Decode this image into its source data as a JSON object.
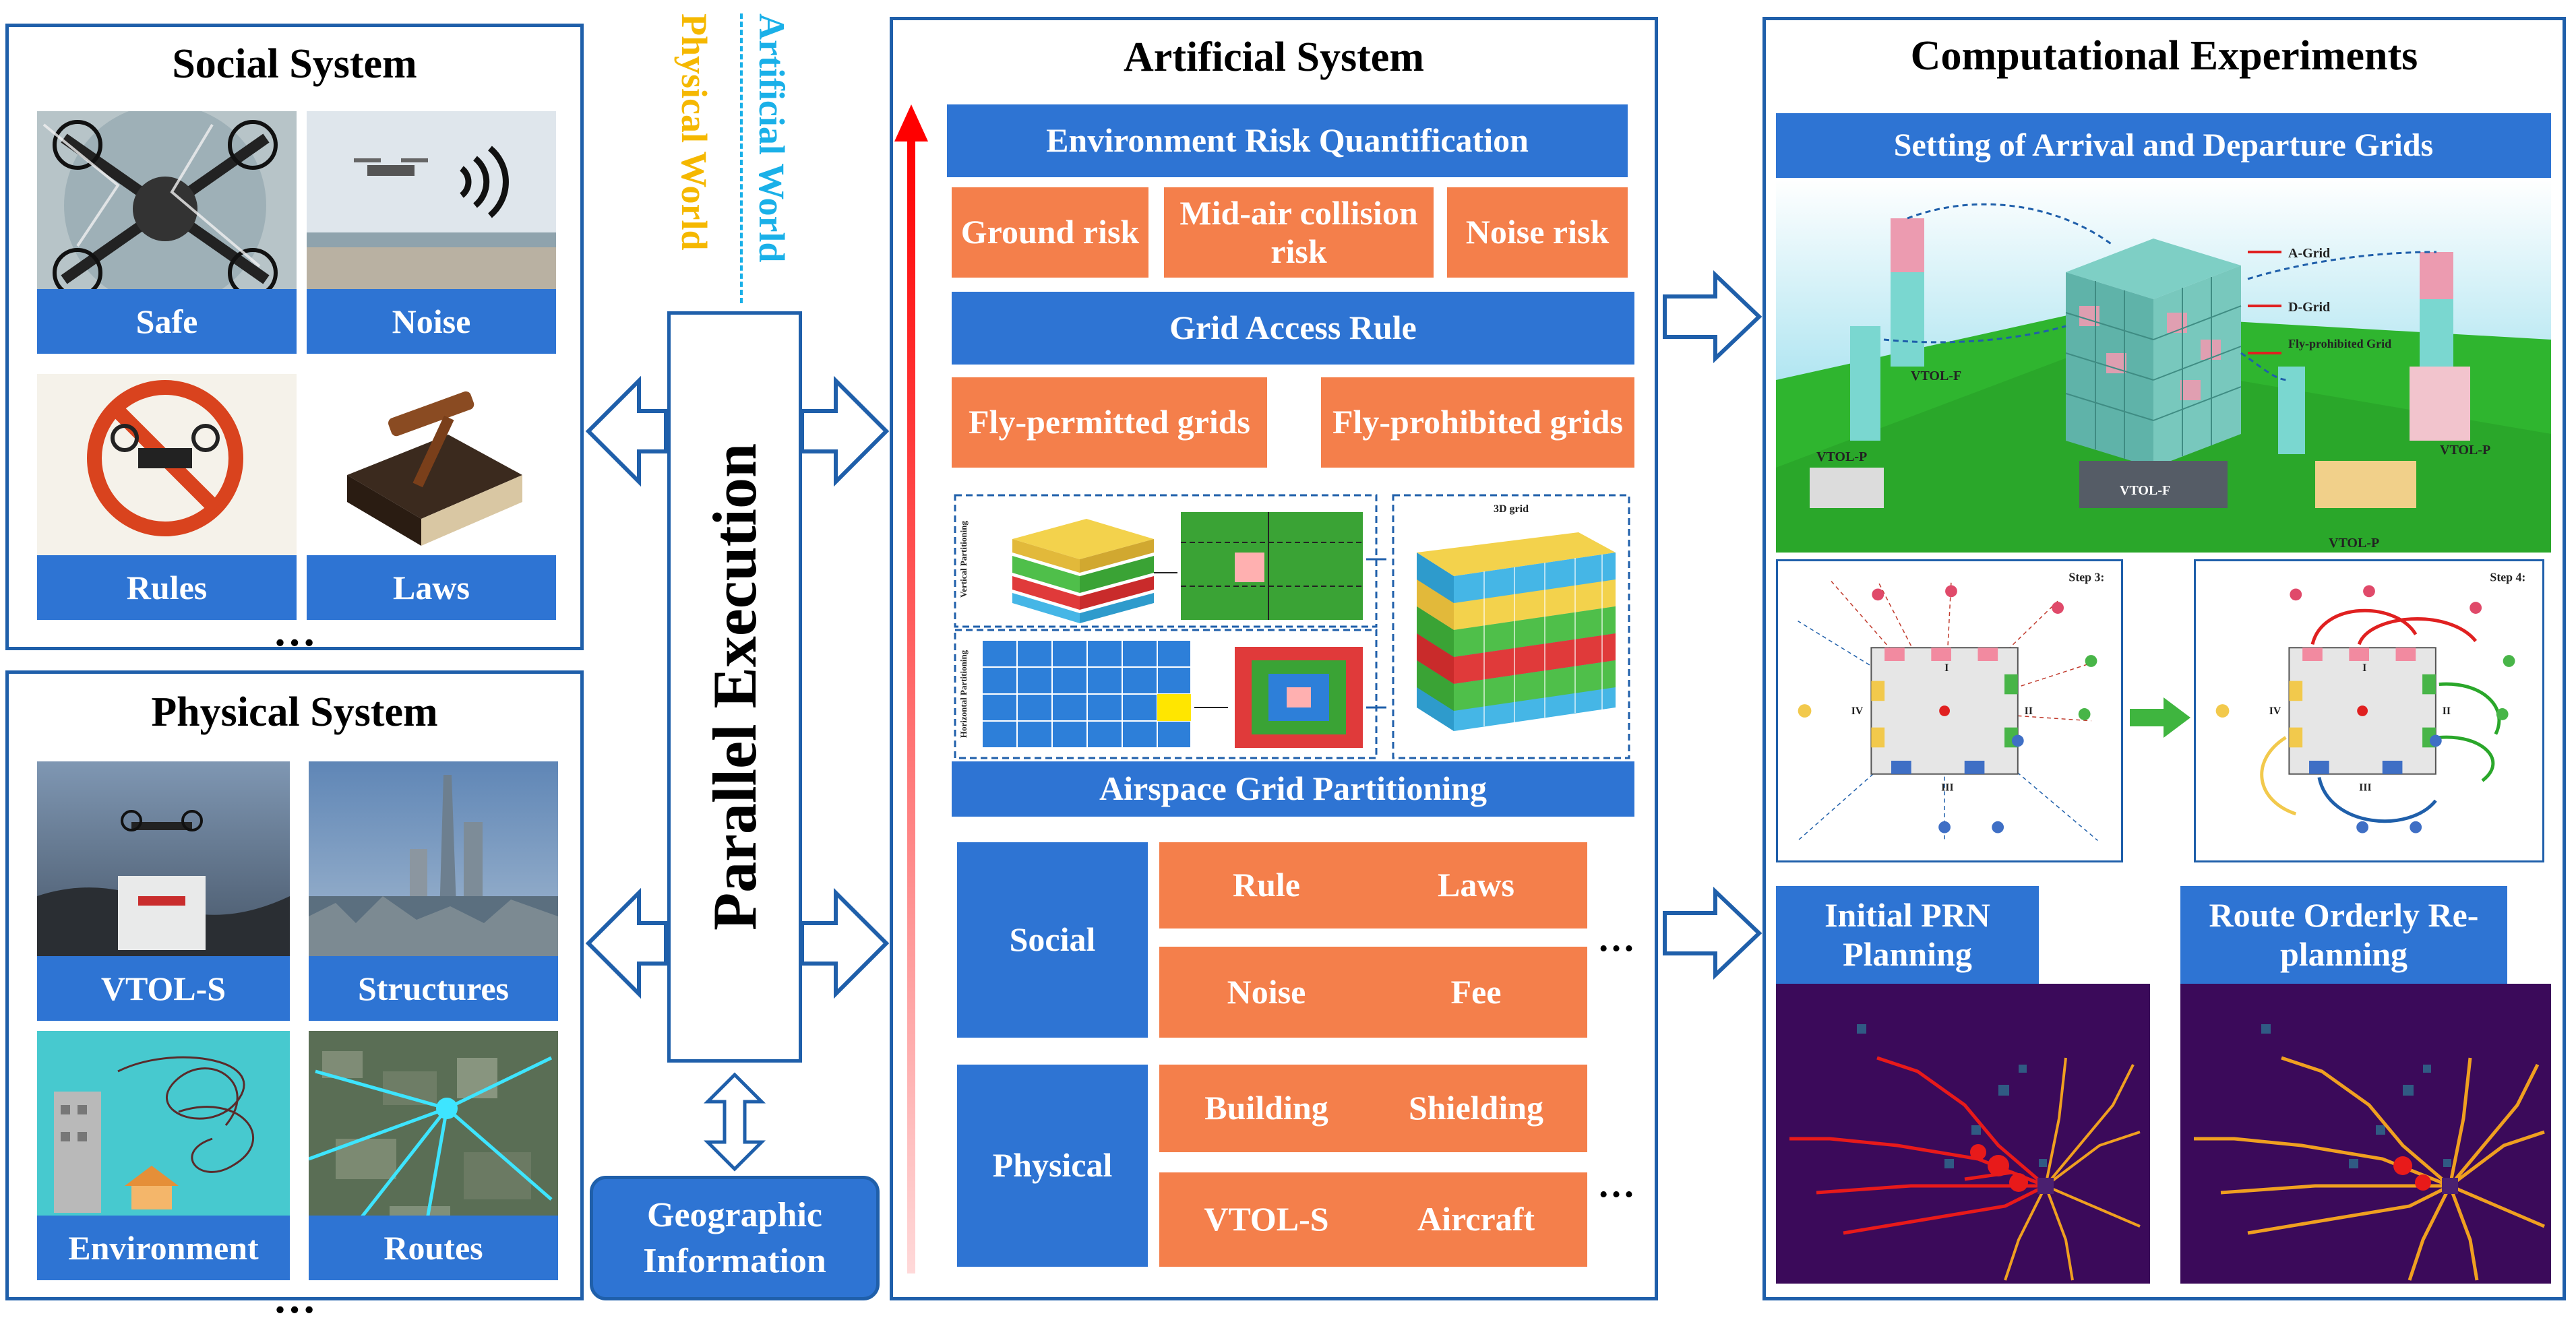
{
  "social_system": {
    "title": "Social System",
    "items": [
      "Safe",
      "Noise",
      "Rules",
      "Laws"
    ],
    "ellipsis": "…"
  },
  "physical_system": {
    "title": "Physical System",
    "items": [
      "VTOL-S",
      "Structures",
      "Environment",
      "Routes"
    ],
    "ellipsis": "…"
  },
  "middle": {
    "physical_world": "Physical World",
    "artificial_world": "Artificial World",
    "parallel_execution": "Parallel Execution",
    "geographic_information": "Geographic Information"
  },
  "artificial_system": {
    "title": "Artificial System",
    "env_risk": "Environment Risk Quantification",
    "risks": [
      "Ground risk",
      "Mid-air collision risk",
      "Noise risk"
    ],
    "grid_access_rule": "Grid Access Rule",
    "grid_types": [
      "Fly-permitted grids",
      "Fly-prohibited grids"
    ],
    "partitioning": {
      "caption": "Airspace Grid Partitioning",
      "vertical_label": "Vertical Partitioning",
      "horizontal_label": "Horizontal Partitioning",
      "grid_label": "3D grid"
    },
    "social_label": "Social",
    "social_items": [
      "Rule",
      "Laws",
      "Noise",
      "Fee"
    ],
    "physical_label": "Physical",
    "physical_items": [
      "Building",
      "Shielding",
      "VTOL-S",
      "Aircraft"
    ],
    "ellipsis": "…"
  },
  "computational_experiments": {
    "title": "Computational Experiments",
    "grid_setting": "Setting of Arrival and Departure Grids",
    "scene_labels": [
      "A-Grid",
      "D-Grid",
      "Fly-prohibited Grid",
      "VTOL-F",
      "VTOL-P",
      "VTOL-P",
      "VTOL-F",
      "VTOL-P"
    ],
    "steps": [
      "Step 3:",
      "Step 4:"
    ],
    "roman": [
      "I",
      "II",
      "III",
      "IV"
    ],
    "initial_planning": "Initial PRN Planning",
    "replanning": "Route Orderly Re-planning"
  },
  "colors": {
    "panel_border": "#1f5faa",
    "blue_box": "#2e74d3",
    "orange_box": "#f47f4b",
    "physical_world_text": "#f5b800",
    "artificial_world_text": "#1ab0e8",
    "red_arrow": "#ff1a1a"
  }
}
